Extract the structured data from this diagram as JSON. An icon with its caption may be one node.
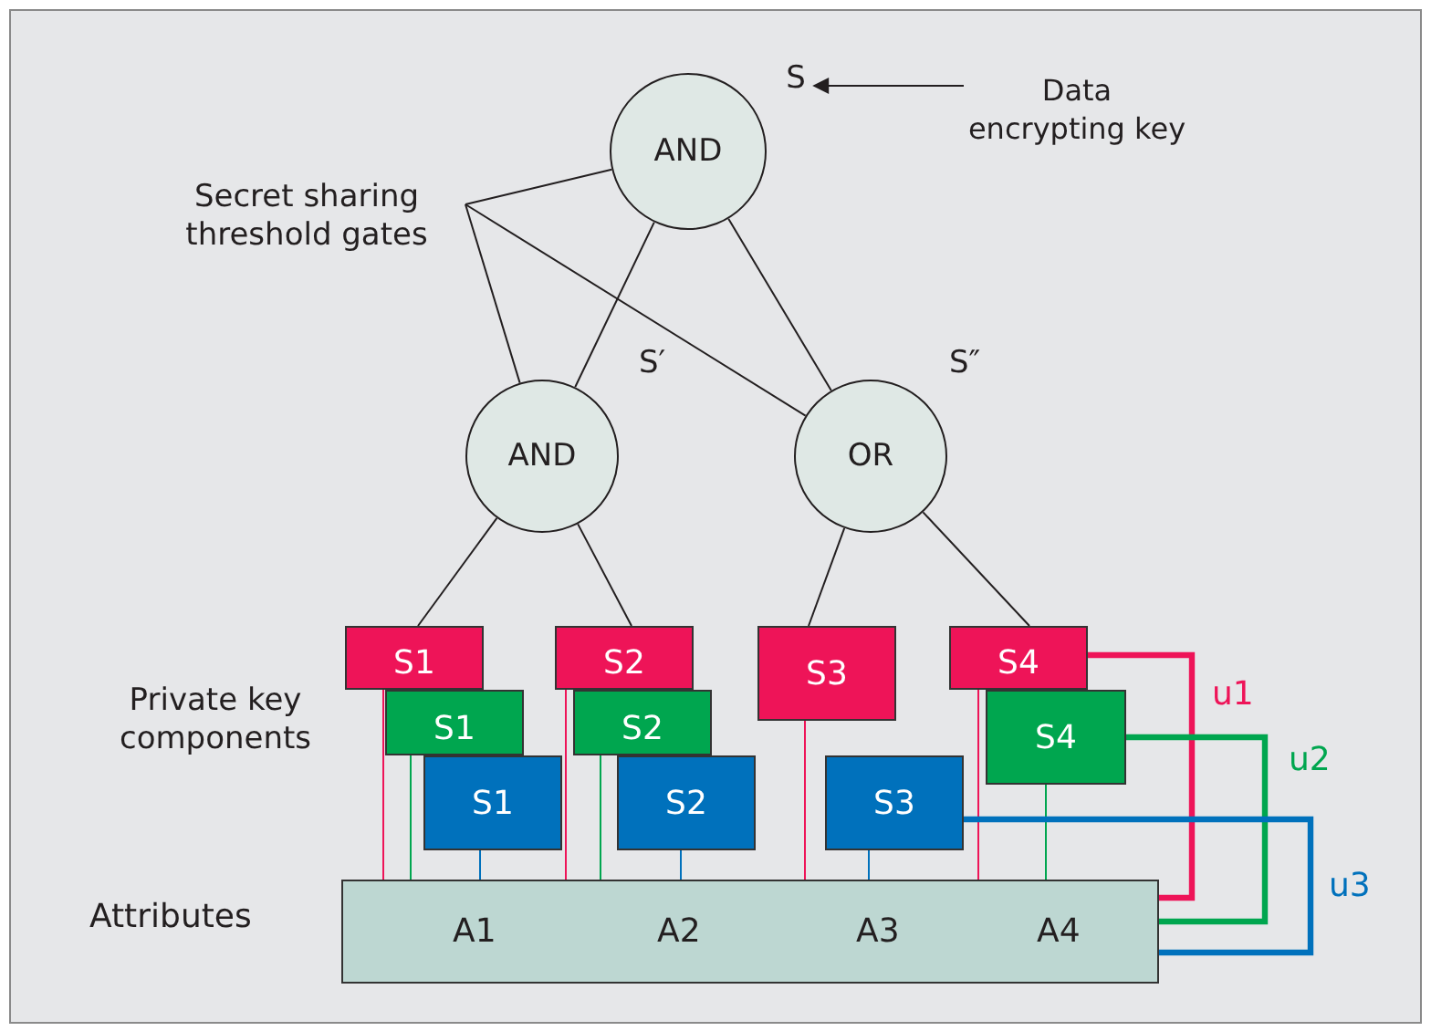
{
  "diagram": {
    "nodes": [
      {
        "text": [
          "S"
        ]
      },
      {
        "text": [
          "Data encrypting key"
        ]
      },
      {
        "text": [
          "AND"
        ]
      },
      {
        "text": [
          "Secret sharing threshold gates"
        ]
      },
      {
        "text": [
          "AND"
        ],
        "beside": [
          "S′"
        ]
      },
      {
        "text": [
          "OR"
        ],
        "beside": [
          "S″"
        ]
      },
      {
        "text": [
          "S1"
        ]
      },
      {
        "text": [
          "S2"
        ]
      },
      {
        "text": [
          "S3"
        ]
      },
      {
        "text": [
          "S4"
        ]
      },
      {
        "text": [
          "S1"
        ]
      },
      {
        "text": [
          "S2"
        ]
      },
      {
        "text": [
          "S4"
        ]
      },
      {
        "text": [
          "S1"
        ]
      },
      {
        "text": [
          "S2"
        ]
      },
      {
        "text": [
          "S3"
        ]
      },
      {
        "text": [
          "Attributes",
          "A1",
          "A2",
          "A3",
          "A4"
        ]
      }
    ],
    "edges": [
      {
        "from": 1,
        "to": 0,
        "arrow": "to"
      },
      {
        "from": 3,
        "to": 2,
        "arrow": "none"
      },
      {
        "from": 3,
        "to": 4,
        "arrow": "none"
      },
      {
        "from": 3,
        "to": 5,
        "arrow": "none"
      },
      {
        "from": 2,
        "to": 4,
        "arrow": "none"
      },
      {
        "from": 2,
        "to": 5,
        "arrow": "none"
      },
      {
        "from": 4,
        "to": 6,
        "arrow": "none"
      },
      {
        "from": 4,
        "to": 7,
        "arrow": "none"
      },
      {
        "from": 5,
        "to": 8,
        "arrow": "none"
      },
      {
        "from": 5,
        "to": 9,
        "arrow": "none"
      },
      {
        "from": 6,
        "to": 16,
        "arrow": "none",
        "color": "#ee1458"
      },
      {
        "from": 7,
        "to": 16,
        "arrow": "none",
        "color": "#ee1458"
      },
      {
        "from": 8,
        "to": 16,
        "arrow": "none",
        "color": "#ee1458"
      },
      {
        "from": 9,
        "to": 16,
        "arrow": "none",
        "color": "#ee1458"
      },
      {
        "from": 10,
        "to": 16,
        "arrow": "none",
        "color": "#00a64f"
      },
      {
        "from": 11,
        "to": 16,
        "arrow": "none",
        "color": "#00a64f"
      },
      {
        "from": 12,
        "to": 16,
        "arrow": "none",
        "color": "#00a64f"
      },
      {
        "from": 13,
        "to": 16,
        "arrow": "none",
        "color": "#0071bc"
      },
      {
        "from": 14,
        "to": 16,
        "arrow": "none",
        "color": "#0071bc"
      },
      {
        "from": 15,
        "to": 16,
        "arrow": "none",
        "color": "#0071bc"
      },
      {
        "from": 9,
        "to": 16,
        "arrow": "none",
        "label": "u1",
        "color": "#ee1458",
        "style": "thick"
      },
      {
        "from": 12,
        "to": 16,
        "arrow": "none",
        "label": "u2",
        "color": "#00a64f",
        "style": "thick"
      },
      {
        "from": 15,
        "to": 16,
        "arrow": "none",
        "label": "u3",
        "color": "#0071bc",
        "style": "thick"
      }
    ],
    "labels": [
      "Private key components"
    ]
  }
}
